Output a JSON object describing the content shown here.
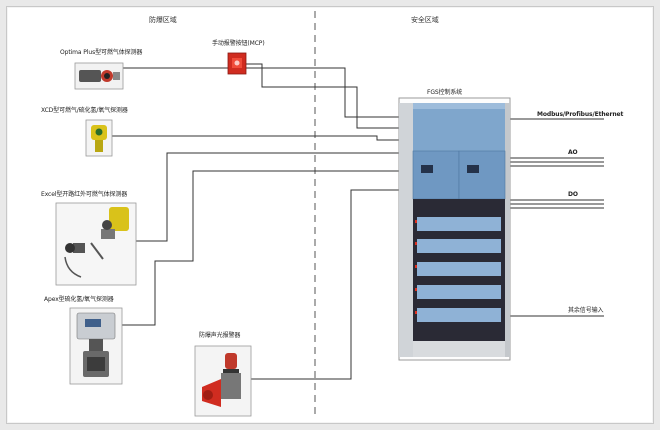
{
  "zones": {
    "left": "防爆区域",
    "right": "安全区域"
  },
  "devices": {
    "mcp": "手动报警按钮(MCP)",
    "optima": "Optima Plus型可燃气体探测器",
    "xcd": "XCD型可燃气/硫化氢/氧气探测器",
    "excel": "Excel型开路红外可燃气体探测器",
    "apex": "Apex型硫化氢/氧气探测器",
    "beacon": "防爆声光报警器",
    "cabinet": "FGS控制系统"
  },
  "outputs": {
    "modbus": "Modbus/Profibus/Ethernet",
    "ao": "AO",
    "do": "DO",
    "other": "其余信号输入"
  },
  "colors": {
    "line": "#333333",
    "cabinet_blue": "#7fa6cc",
    "cabinet_dark": "#2a2a35",
    "mcp_red": "#d02c20",
    "xcd_yellow": "#d9c21a"
  }
}
